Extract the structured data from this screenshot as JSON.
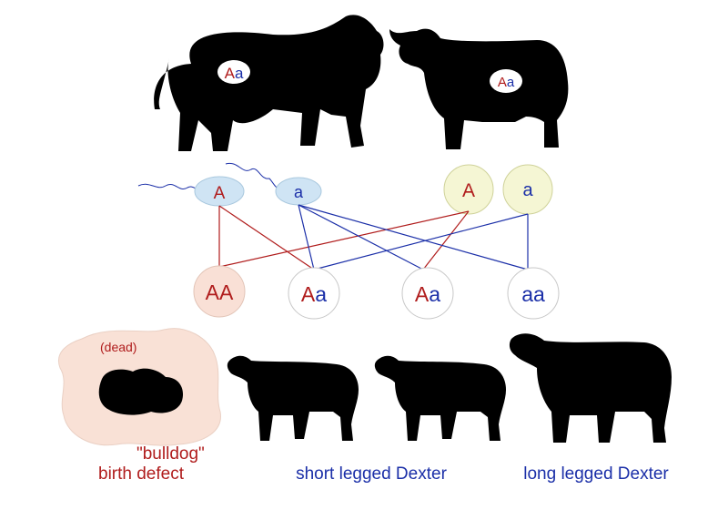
{
  "colors": {
    "dominant": "#b01c1c",
    "recessive": "#1b2fa8",
    "sperm_fill": "#cfe4f4",
    "egg_fill": "#f5f6d4",
    "egg_stroke": "#cfd29a",
    "aa_fill": "#f9e0d6",
    "offspring_stroke": "#c8c8c8",
    "bulldog_cloud": "#f9e1d6",
    "silhouette": "#000000"
  },
  "parents": {
    "bull": {
      "allele_dominant": "A",
      "allele_recessive": "a"
    },
    "cow": {
      "allele_dominant": "A",
      "allele_recessive": "a"
    }
  },
  "gametes": {
    "sperm": [
      {
        "allele": "A",
        "kind": "dominant"
      },
      {
        "allele": "a",
        "kind": "recessive"
      }
    ],
    "eggs": [
      {
        "allele": "A",
        "kind": "dominant"
      },
      {
        "allele": "a",
        "kind": "recessive"
      }
    ]
  },
  "offspring": [
    {
      "first": "A",
      "second": "A",
      "highlight": true
    },
    {
      "first": "A",
      "second": "a",
      "highlight": false
    },
    {
      "first": "A",
      "second": "a",
      "highlight": false
    },
    {
      "first": "a",
      "second": "a",
      "highlight": false
    }
  ],
  "labels": {
    "dead": "(dead)",
    "bulldog": "\"bulldog\"",
    "birth_defect": "birth defect",
    "short_legged": "short legged Dexter",
    "long_legged": "long legged Dexter"
  }
}
